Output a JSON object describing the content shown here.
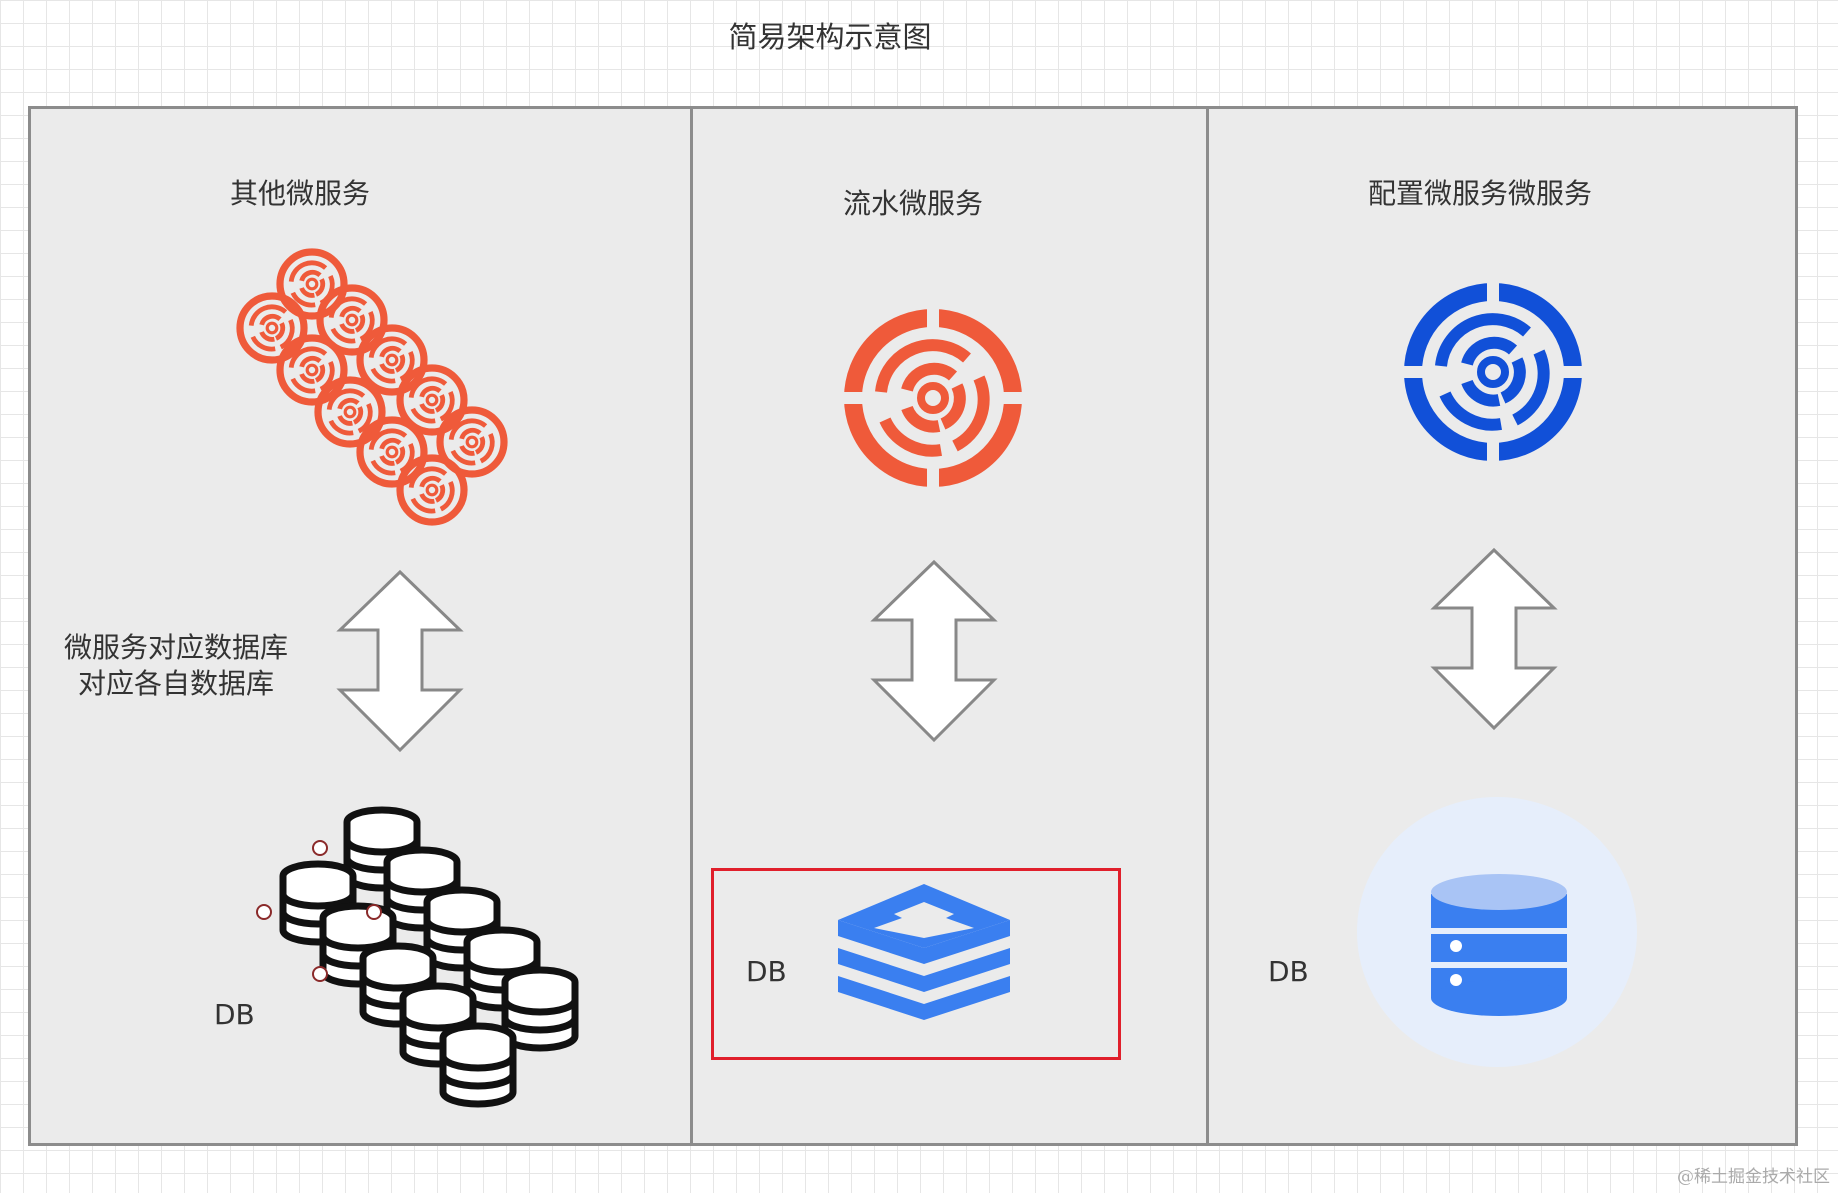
{
  "diagram": {
    "title": "简易架构示意图",
    "columns": [
      {
        "service_label": "其他微服务",
        "db_label": "DB",
        "icon": "orange-swirl-cluster-icon",
        "db_icon": "database-cluster-icon"
      },
      {
        "service_label": "流水微服务",
        "db_label": "DB",
        "icon": "orange-swirl-icon",
        "db_icon": "redis-stack-icon"
      },
      {
        "service_label": "配置微服务微服务",
        "db_label": "DB",
        "icon": "blue-swirl-icon",
        "db_icon": "database-icon"
      }
    ],
    "note_lines": [
      "微服务对应数据库",
      "对应各自数据库"
    ]
  },
  "colors": {
    "orange": "#ef5a3a",
    "blue": "#1150d8",
    "db_blue": "#3a7ff0",
    "highlight": "#e01f2b"
  },
  "watermark": "@稀土掘金技术社区"
}
